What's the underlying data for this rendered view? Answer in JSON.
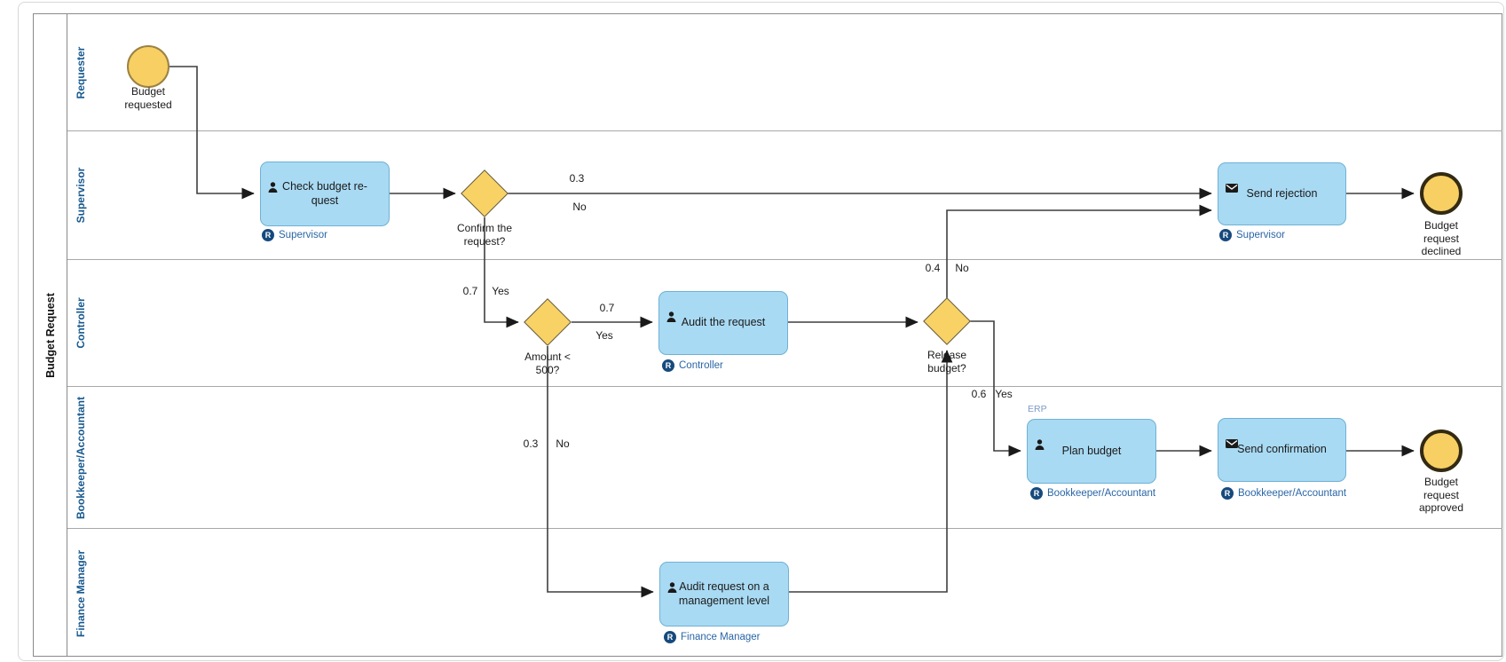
{
  "pool": {
    "label": "Budget Request"
  },
  "lanes": [
    {
      "label": "Requester"
    },
    {
      "label": "Supervisor"
    },
    {
      "label": "Controller"
    },
    {
      "label": "Bookkeeper/Accountant"
    },
    {
      "label": "Finance Manager"
    }
  ],
  "nodes": {
    "start": {
      "type": "start-event",
      "label": "Budget\nrequested"
    },
    "check_budget": {
      "type": "user-task",
      "label": "Check budget re-\nquest",
      "role": "Supervisor",
      "icon": "user-icon"
    },
    "confirm": {
      "type": "gateway",
      "label": "Confirm the\nrequest?"
    },
    "send_rejection": {
      "type": "send-task",
      "label": "Send rejection",
      "role": "Supervisor",
      "icon": "envelope-icon"
    },
    "declined": {
      "type": "end-event",
      "label": "Budget\nrequest\ndeclined"
    },
    "amount": {
      "type": "gateway",
      "label": "Amount <\n500?"
    },
    "audit": {
      "type": "user-task",
      "label": "Audit the request",
      "role": "Controller",
      "icon": "user-icon"
    },
    "release": {
      "type": "gateway",
      "label": "Release\nbudget?"
    },
    "plan_budget": {
      "type": "user-task",
      "label": "Plan budget",
      "role": "Bookkeeper/Accountant",
      "icon": "user-icon",
      "annotation": "ERP"
    },
    "send_confirmation": {
      "type": "send-task",
      "label": "Send confirmation",
      "role": "Bookkeeper/Accountant",
      "icon": "envelope-icon"
    },
    "approved": {
      "type": "end-event",
      "label": "Budget\nrequest\napproved"
    },
    "audit_mgmt": {
      "type": "user-task",
      "label": "Audit request on a\nmanagement level",
      "role": "Finance Manager",
      "icon": "user-icon"
    }
  },
  "edges": {
    "confirm_no": {
      "probability": "0.3",
      "answer": "No"
    },
    "confirm_yes": {
      "probability": "0.7",
      "answer": "Yes"
    },
    "amount_yes": {
      "probability": "0.7",
      "answer": "Yes"
    },
    "amount_no": {
      "probability": "0.3",
      "answer": "No"
    },
    "release_no": {
      "probability": "0.4",
      "answer": "No"
    },
    "release_yes": {
      "probability": "0.6",
      "answer": "Yes"
    }
  },
  "badge_letter": "R",
  "colors": {
    "task_fill": "#a9daf3",
    "task_border": "#6fb1d6",
    "event_fill": "#f8cf63",
    "gateway_fill": "#f9d265",
    "lane_label": "#17598f",
    "role_text": "#2a66a6",
    "role_badge": "#164a7e",
    "edge_line": "#3f3f3f"
  }
}
